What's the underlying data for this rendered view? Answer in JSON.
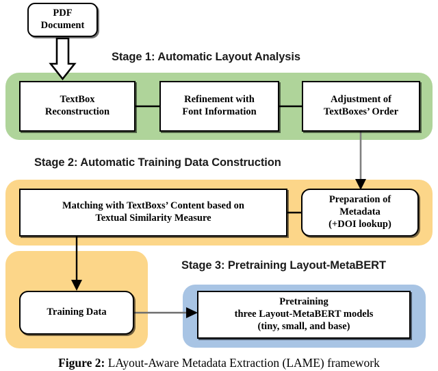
{
  "figure": {
    "caption_label": "Figure 2:",
    "caption_text": " LAyout-Aware Metadata Extraction (LAME) framework"
  },
  "colors": {
    "stage1_band": "#AFD49A",
    "stage2_band": "#FCD689",
    "stage3_band": "#A8C4E4",
    "node_fill": "#FFFFFF",
    "node_border": "#000000",
    "connector_grey": "#808080",
    "connector_black": "#000000"
  },
  "stages": [
    {
      "id": "stage1",
      "label": "Stage 1: Automatic Layout Analysis",
      "band_color": "#AFD49A",
      "nodes": [
        {
          "id": "textbox-reconstruction",
          "lines": [
            "TextBox",
            "Reconstruction"
          ]
        },
        {
          "id": "refinement-font",
          "lines": [
            "Refinement with",
            "Font Information"
          ]
        },
        {
          "id": "adjustment-order",
          "lines": [
            "Adjustment of",
            "TextBoxes’ Order"
          ]
        }
      ]
    },
    {
      "id": "stage2",
      "label": "Stage 2: Automatic Training  Data Construction",
      "band_color": "#FCD689",
      "nodes": [
        {
          "id": "matching-textual",
          "lines": [
            "Matching with TextBoxs’ Content based on",
            "Textual Similarity Measure"
          ]
        },
        {
          "id": "preparation-metadata",
          "lines": [
            "Preparation of",
            "Metadata",
            "(+DOI lookup)"
          ]
        },
        {
          "id": "training-data",
          "lines": [
            "Training Data"
          ]
        }
      ]
    },
    {
      "id": "stage3",
      "label": "Stage 3: Pretraining Layout-MetaBERT",
      "band_color": "#A8C4E4",
      "nodes": [
        {
          "id": "pretraining-models",
          "lines": [
            "Pretraining",
            "three Layout-MetaBERT models",
            "(tiny, small, and base)"
          ]
        }
      ]
    }
  ],
  "input_node": {
    "id": "pdf-document",
    "lines": [
      "PDF",
      "Document"
    ]
  },
  "connectors": [
    {
      "id": "pdf-to-stage1",
      "type": "block-arrow",
      "from": "pdf-document",
      "to": "textbox-reconstruction"
    },
    {
      "id": "reconstruction-to-refinement",
      "type": "line",
      "from": "textbox-reconstruction",
      "to": "refinement-font"
    },
    {
      "id": "refinement-to-adjustment",
      "type": "line",
      "from": "refinement-font",
      "to": "adjustment-order"
    },
    {
      "id": "adjustment-to-preparation",
      "type": "arrow",
      "from": "adjustment-order",
      "to": "preparation-metadata"
    },
    {
      "id": "matching-to-preparation",
      "type": "line",
      "from": "matching-textual",
      "to": "preparation-metadata"
    },
    {
      "id": "matching-to-training-data",
      "type": "arrow",
      "from": "matching-textual",
      "to": "training-data"
    },
    {
      "id": "training-data-to-pretraining",
      "type": "arrow",
      "from": "training-data",
      "to": "pretraining-models"
    }
  ]
}
